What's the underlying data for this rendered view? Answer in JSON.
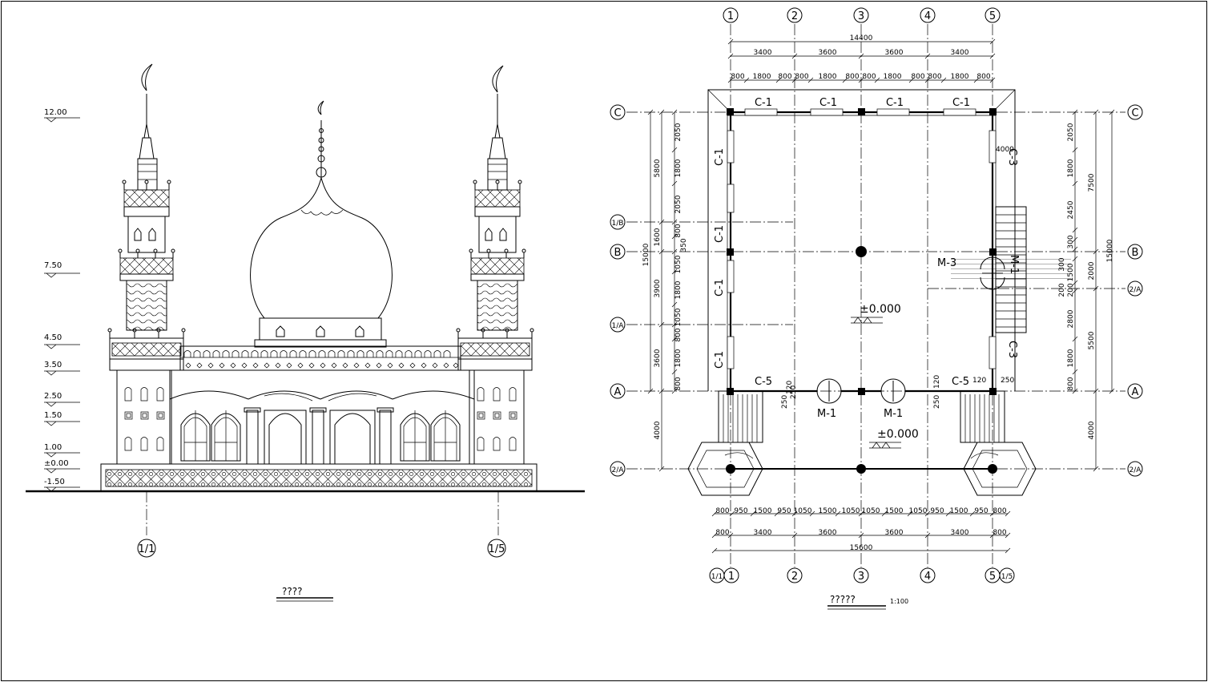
{
  "drawing": {
    "elevation": {
      "caption": "????",
      "levels": [
        "12.00",
        "7.50",
        "4.50",
        "3.50",
        "2.50",
        "1.50",
        "1.00",
        "±0.00",
        "-1.50"
      ],
      "bottom_axes": [
        "1/1",
        "1/5"
      ]
    },
    "plan": {
      "caption": "?????",
      "scale": "1:100",
      "top_axes": [
        "1",
        "2",
        "3",
        "4",
        "5"
      ],
      "bottom_axes": [
        "1/1",
        "1",
        "2",
        "3",
        "4",
        "5",
        "1/5"
      ],
      "left_axes": [
        "C",
        "1/B",
        "B",
        "1/A",
        "A",
        "2/A"
      ],
      "right_axes": [
        "C",
        "B",
        "2/A",
        "A",
        "2/A"
      ],
      "top_dims": {
        "total": "14400",
        "bays": [
          "3400",
          "3600",
          "3600",
          "3400"
        ],
        "segments": [
          "800",
          "1800",
          "800",
          "800",
          "1800",
          "800",
          "800",
          "1800",
          "800",
          "800",
          "1800",
          "800"
        ]
      },
      "bottom_dims": {
        "total": "15600",
        "bays": [
          "800",
          "3400",
          "3600",
          "3600",
          "3400",
          "800"
        ],
        "segments": [
          "800",
          "950",
          "1500",
          "950",
          "1050",
          "1500",
          "1050",
          "1050",
          "1500",
          "1050",
          "950",
          "1500",
          "950",
          "800"
        ]
      },
      "left_dims": {
        "total": "15000",
        "outer": [
          "5800",
          "1600",
          "3900",
          "3600",
          "4000"
        ],
        "inner": [
          "2050",
          "1800",
          "2050",
          "800",
          "350",
          "1050",
          "1800",
          "1050",
          "800",
          "1800",
          "800"
        ]
      },
      "right_dims": {
        "total": "15000",
        "outer": [
          "7500",
          "2000",
          "5500",
          "4000"
        ],
        "inner": [
          "2050",
          "1800",
          "2450",
          "300",
          "300",
          "200",
          "1500",
          "200",
          "2800",
          "1800",
          "800"
        ]
      },
      "windows_top": [
        "C-1",
        "C-1",
        "C-1",
        "C-1"
      ],
      "windows_left": [
        "C-1",
        "C-1",
        "C-1",
        "C-1"
      ],
      "windows_right": [
        "C-3",
        "C-3"
      ],
      "door_right": "M-3",
      "door_right_label": "M-1",
      "window_c5": "C-5",
      "window_c5b": "C-5",
      "doors_front": [
        "M-1",
        "M-1"
      ],
      "small_dims": [
        "4000",
        "250",
        "120",
        "250",
        "120",
        "250",
        "120",
        "250"
      ],
      "level_inside": "±0.000",
      "level_porch": "±0.000"
    }
  }
}
